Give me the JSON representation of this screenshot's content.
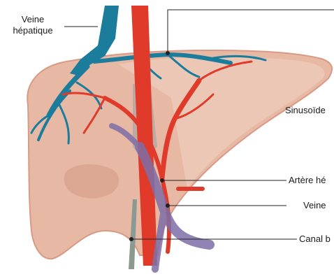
{
  "labels": {
    "hepatic_vein_line1": "Veine",
    "hepatic_vein_line2": "hépatique",
    "sinusoids": "Sinusoïde",
    "hepatic_artery": "Artère hé",
    "portal_vein": "Veine",
    "bile_duct": "Canal b"
  },
  "colors": {
    "liver_fill": "#e7b8a3",
    "liver_outline": "#d99a85",
    "liver_shade": "#d59f8c",
    "artery_red": "#e03a2a",
    "artery_dark": "#c7261c",
    "vein_blue": "#1b7c9b",
    "vein_blue_dark": "#1f5f86",
    "portal_purple": "#7e6fa7",
    "bile_green": "#8a9a92",
    "pointer_line": "#222222"
  }
}
